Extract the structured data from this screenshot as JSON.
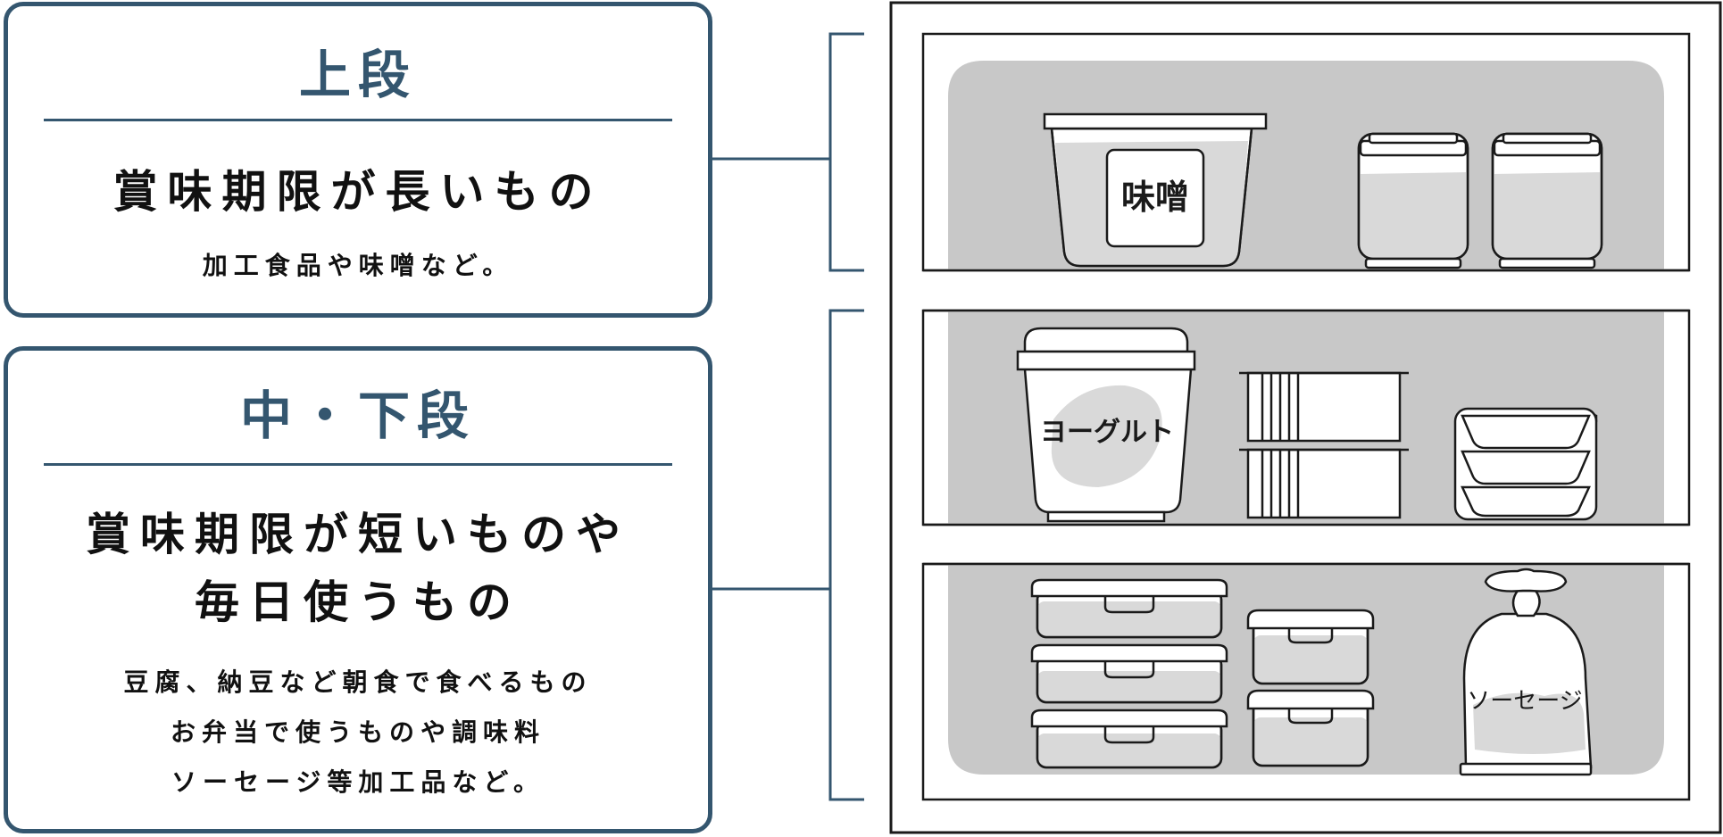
{
  "top": {
    "heading": "上段",
    "main": "賞味期限が長いもの",
    "sub": "加工食品や味噌など。"
  },
  "middle": {
    "heading": "中・下段",
    "main_lines": [
      "賞味期限が短いものや",
      "毎日使うもの"
    ],
    "sub_lines": [
      "豆腐、納豆など朝食で食べるもの",
      "お弁当で使うものや調味料",
      "ソーセージ等加工品など。"
    ]
  },
  "fridge": {
    "labels": {
      "miso": "味噌",
      "yogurt": "ヨーグルト",
      "sausage": "ソーセージ"
    }
  },
  "colors": {
    "accent": "#34566f",
    "shelf_fill": "#c8c8c8",
    "item_fill": "#d9d9d9",
    "outline": "#1a1a1a"
  }
}
